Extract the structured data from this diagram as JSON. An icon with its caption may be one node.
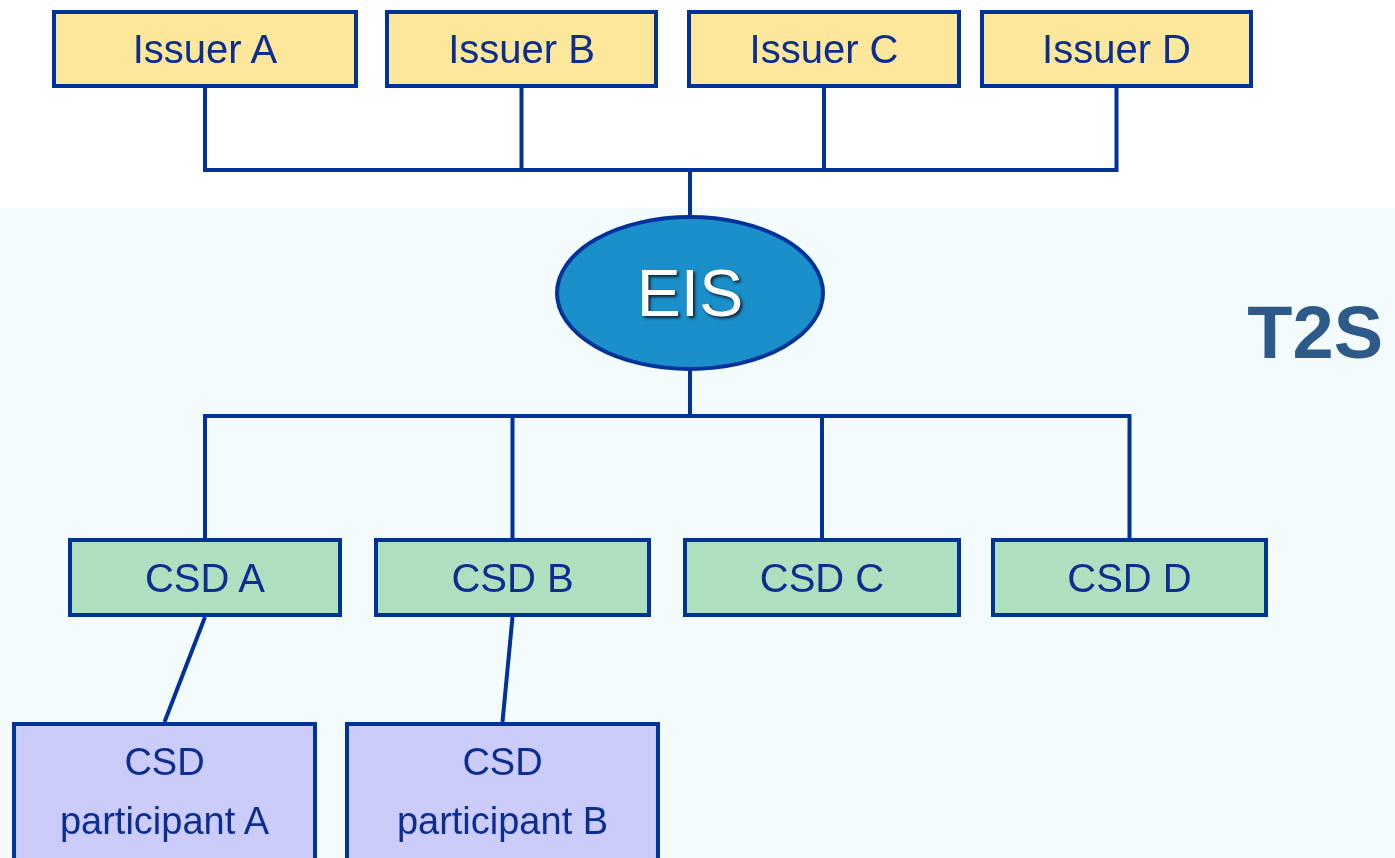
{
  "diagram": {
    "nodes": [
      {
        "text": [
          "Issuer A"
        ]
      },
      {
        "text": [
          "Issuer B"
        ]
      },
      {
        "text": [
          "Issuer C"
        ]
      },
      {
        "text": [
          "Issuer D"
        ]
      },
      {
        "text": [
          "T2S"
        ]
      },
      {
        "text": [
          "EIS"
        ],
        "in": 4
      },
      {
        "text": [
          "CSD A"
        ],
        "in": 4
      },
      {
        "text": [
          "CSD B"
        ],
        "in": 4
      },
      {
        "text": [
          "CSD C"
        ],
        "in": 4
      },
      {
        "text": [
          "CSD D"
        ],
        "in": 4
      },
      {
        "text": [
          "CSD participant A"
        ],
        "in": 4
      },
      {
        "text": [
          "CSD participant B"
        ],
        "in": 4
      }
    ],
    "edges": [
      {
        "from": 0,
        "to": 5,
        "arrow": "none"
      },
      {
        "from": 1,
        "to": 5,
        "arrow": "none"
      },
      {
        "from": 2,
        "to": 5,
        "arrow": "none"
      },
      {
        "from": 3,
        "to": 5,
        "arrow": "none"
      },
      {
        "from": 5,
        "to": 6,
        "arrow": "none"
      },
      {
        "from": 5,
        "to": 7,
        "arrow": "none"
      },
      {
        "from": 5,
        "to": 8,
        "arrow": "none"
      },
      {
        "from": 5,
        "to": 9,
        "arrow": "none"
      },
      {
        "from": 6,
        "to": 10,
        "arrow": "none"
      },
      {
        "from": 7,
        "to": 11,
        "arrow": "none"
      }
    ]
  }
}
